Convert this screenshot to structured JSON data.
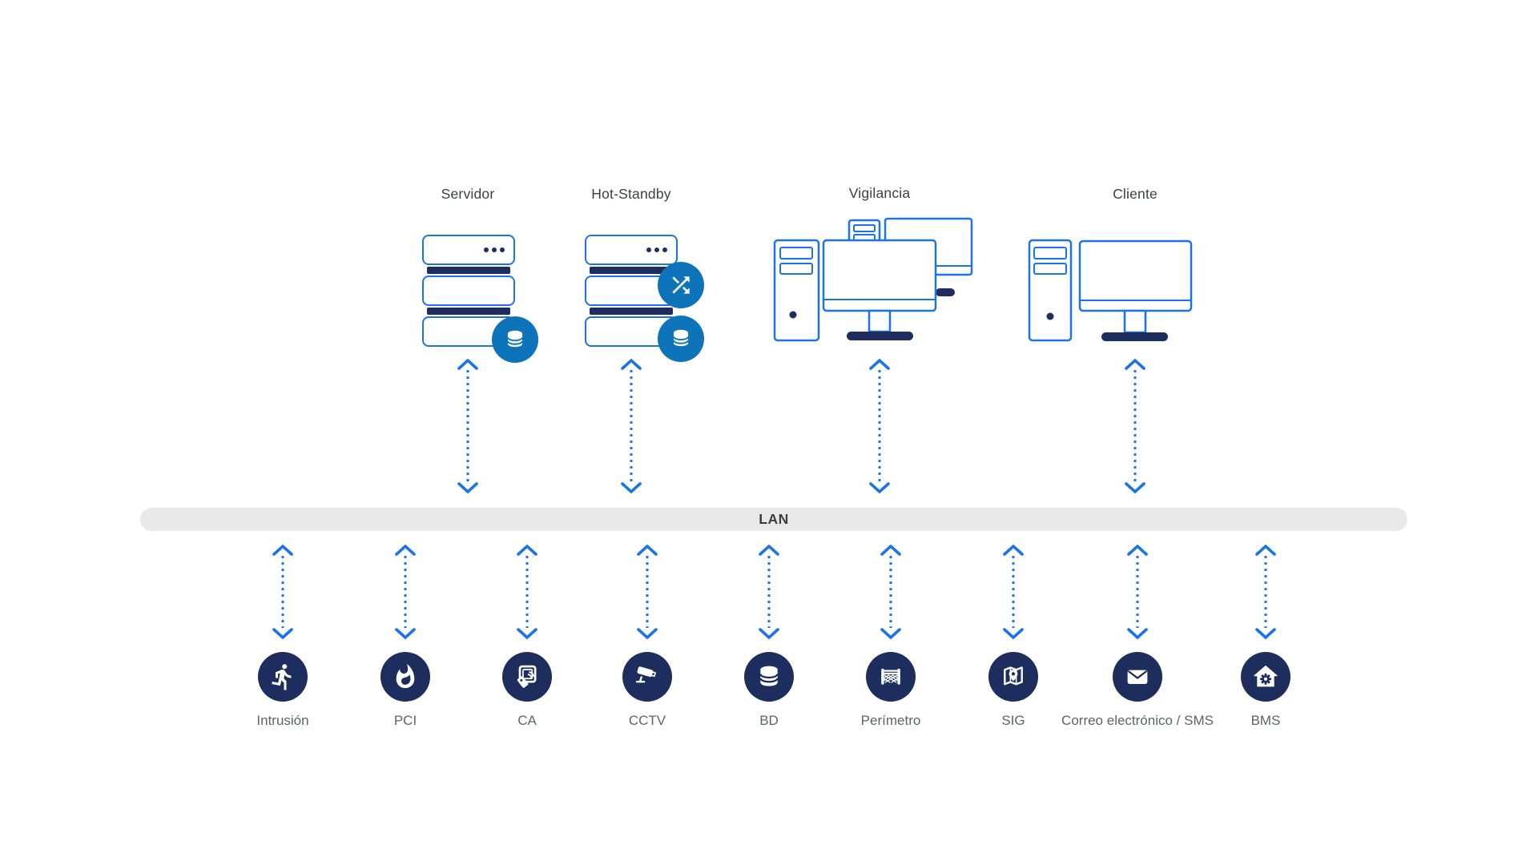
{
  "diagram": {
    "top_row": [
      {
        "label": "Servidor",
        "icon": "server-stack-icon",
        "badges": [
          "database-badge-icon"
        ]
      },
      {
        "label": "Hot-Standby",
        "icon": "server-stack-icon",
        "badges": [
          "failover-shuffle-badge-icon",
          "database-badge-icon"
        ]
      },
      {
        "label": "Vigilancia",
        "icon": "surveillance-workstation-icon"
      },
      {
        "label": "Cliente",
        "icon": "client-workstation-icon"
      }
    ],
    "lan_bus": {
      "label": "LAN"
    },
    "bottom_row": [
      {
        "label": "Intrusión",
        "icon": "intrusion-runner-icon"
      },
      {
        "label": "PCI",
        "icon": "fire-flame-icon"
      },
      {
        "label": "CA",
        "icon": "access-control-card-icon"
      },
      {
        "label": "CCTV",
        "icon": "cctv-camera-icon"
      },
      {
        "label": "BD",
        "icon": "database-icon"
      },
      {
        "label": "Perímetro",
        "icon": "perimeter-fence-icon"
      },
      {
        "label": "SIG",
        "icon": "gis-map-pin-icon"
      },
      {
        "label": "Correo electrónico / SMS",
        "icon": "email-envelope-icon"
      },
      {
        "label": "BMS",
        "icon": "building-management-icon"
      }
    ],
    "colors": {
      "navy": "#1d2e5e",
      "badge_blue": "#0e74ba",
      "stroke_blue": "#1a73e8",
      "lan_bar_bg": "#e9e9e9",
      "lan_text": "#3d3d3d",
      "title_gray": "#3c4043",
      "label_gray": "#5f6368"
    }
  }
}
